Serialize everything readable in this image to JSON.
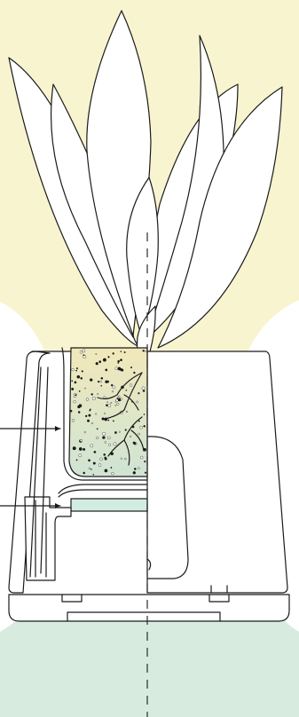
{
  "illustration": {
    "subject": "cutaway-of-self-watering-planter-with-snake-plant",
    "colors": {
      "background": "#ffffff",
      "upper_glow": "#f8f4cf",
      "lower_glow": "#d7ecdf",
      "soil_top": "#f1e8b9",
      "soil_bottom": "#cfe4d4",
      "water": "#d3ece1",
      "stroke": "#1a1a1a"
    },
    "callouts": [
      {
        "name": "inner-pot-wall-callout",
        "label": ""
      },
      {
        "name": "water-reservoir-callout",
        "label": ""
      }
    ]
  }
}
